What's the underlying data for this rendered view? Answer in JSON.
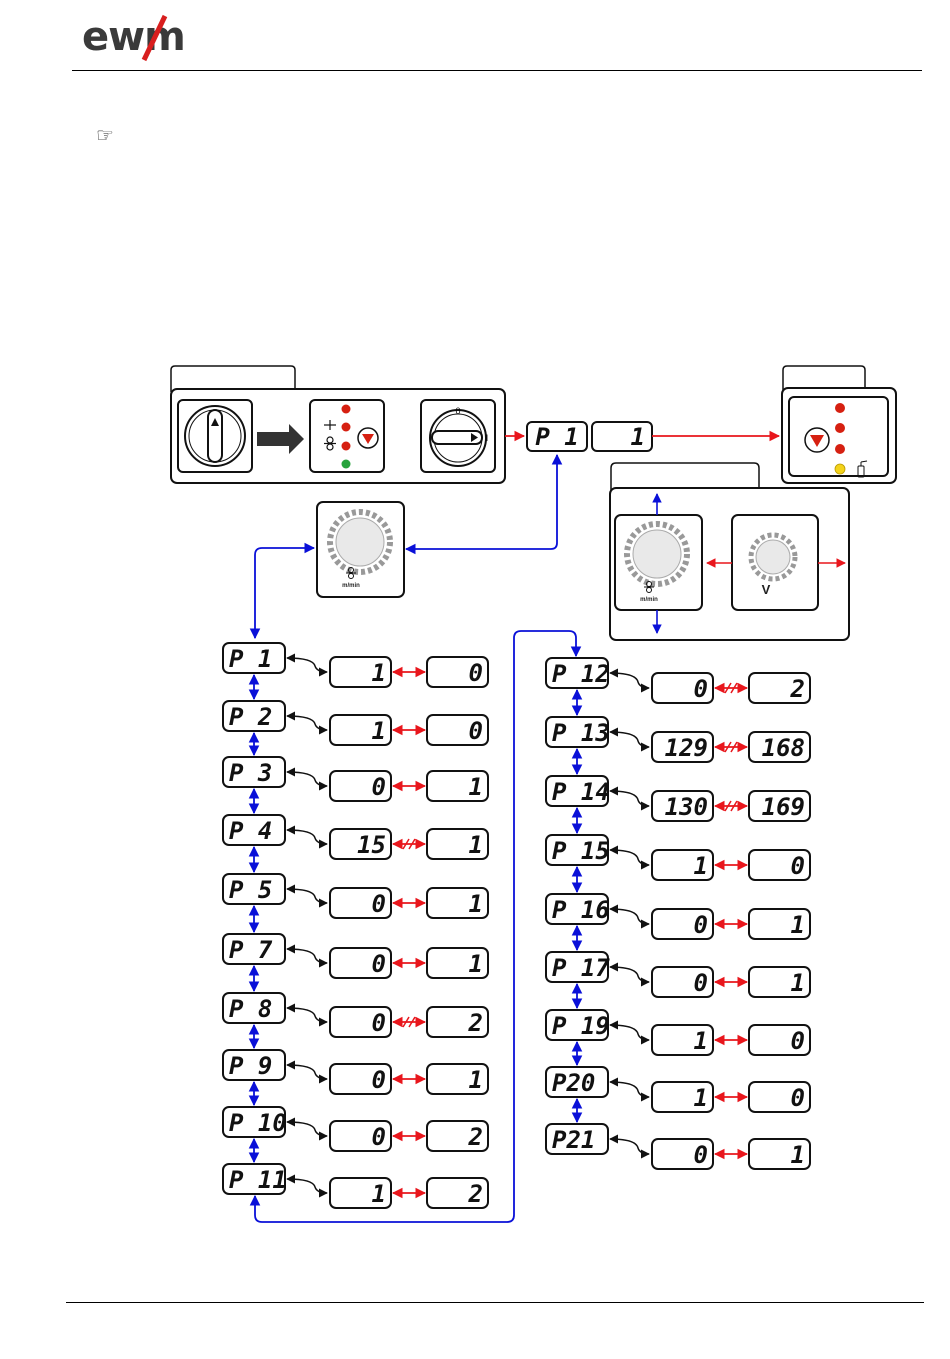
{
  "header": {
    "logo_text": "ewm"
  },
  "hint": {
    "icon": "pointing-hand-icon"
  },
  "colors": {
    "blue": "#0a10d8",
    "red": "#e8161c",
    "led_red": "#d62011",
    "led_green": "#27a33c",
    "led_yellow": "#f3d21a"
  },
  "entry": {
    "param_display": "P 1",
    "value_display": "1",
    "switch_zero": "0",
    "switch_one": "I",
    "knob_unit": "m/min",
    "voltage_label": "V"
  },
  "params": [
    {
      "code": "P 1",
      "current": "1",
      "next": "0",
      "double_arrow": false
    },
    {
      "code": "P 2",
      "current": "1",
      "next": "0",
      "double_arrow": false
    },
    {
      "code": "P 3",
      "current": "0",
      "next": "1",
      "double_arrow": false
    },
    {
      "code": "P 4",
      "current": "15",
      "next": "1",
      "double_arrow": true
    },
    {
      "code": "P 5",
      "current": "0",
      "next": "1",
      "double_arrow": false
    },
    {
      "code": "P 7",
      "current": "0",
      "next": "1",
      "double_arrow": false
    },
    {
      "code": "P 8",
      "current": "0",
      "next": "2",
      "double_arrow": true
    },
    {
      "code": "P 9",
      "current": "0",
      "next": "1",
      "double_arrow": false
    },
    {
      "code": "P 10",
      "current": "0",
      "next": "2",
      "double_arrow": false
    },
    {
      "code": "P 11",
      "current": "1",
      "next": "2",
      "double_arrow": false
    },
    {
      "code": "P 12",
      "current": "0",
      "next": "2",
      "double_arrow": true
    },
    {
      "code": "P 13",
      "current": "129",
      "next": "168",
      "double_arrow": true
    },
    {
      "code": "P 14",
      "current": "130",
      "next": "169",
      "double_arrow": true
    },
    {
      "code": "P 15",
      "current": "1",
      "next": "0",
      "double_arrow": false
    },
    {
      "code": "P 16",
      "current": "0",
      "next": "1",
      "double_arrow": false
    },
    {
      "code": "P 17",
      "current": "0",
      "next": "1",
      "double_arrow": false
    },
    {
      "code": "P 19",
      "current": "1",
      "next": "0",
      "double_arrow": false
    },
    {
      "code": "P20",
      "current": "1",
      "next": "0",
      "double_arrow": false
    },
    {
      "code": "P21",
      "current": "0",
      "next": "1",
      "double_arrow": false
    }
  ]
}
